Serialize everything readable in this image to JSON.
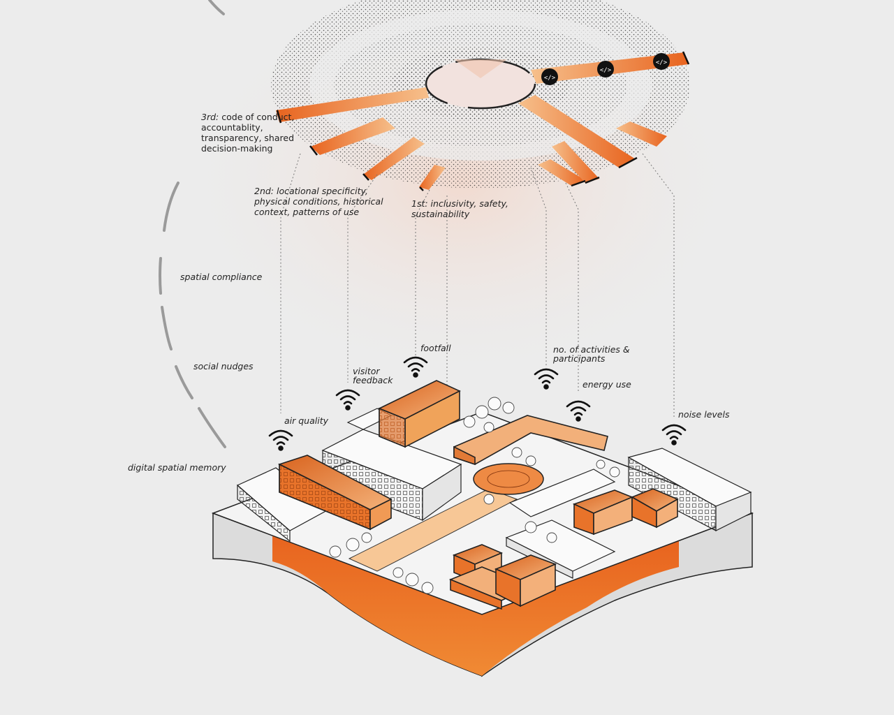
{
  "tiers": {
    "third_key": "3rd:",
    "third_value": "code of conduct, accountablity, transparency, shared decision-making",
    "second": "2nd: locational specificity, physical conditions, historical context, patterns of use",
    "first": "1st: inclusivity, safety, sustainability"
  },
  "layers": {
    "spatial_compliance": "spatial compliance",
    "social_nudges": "social nudges",
    "digital_spatial_memory": "digital spatial memory"
  },
  "sensors": {
    "air_quality": "air quality",
    "visitor_feedback": "visitor feedback",
    "footfall": "footfall",
    "activities": "no. of activities & participants",
    "energy_use": "energy use",
    "noise_levels": "noise levels"
  },
  "code_badge_text": "</>",
  "colors": {
    "accent": "#e8732a",
    "accent_dark": "#c9531a",
    "accent_light": "#f4b27a",
    "background": "#ececec",
    "ink": "#222222"
  }
}
